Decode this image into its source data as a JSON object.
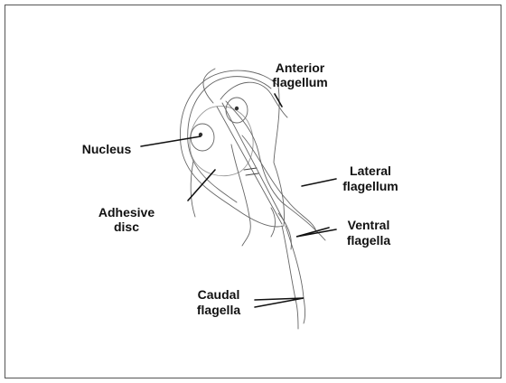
{
  "labels": {
    "anterior": [
      "Anterior",
      "flagellum"
    ],
    "nucleus": "Nucleus",
    "lateral": [
      "Lateral",
      "flagellum"
    ],
    "adhesive": [
      "Adhesive",
      "disc"
    ],
    "ventral": [
      "Ventral",
      "flagella"
    ],
    "caudal": [
      "Caudal",
      "flagella"
    ]
  }
}
